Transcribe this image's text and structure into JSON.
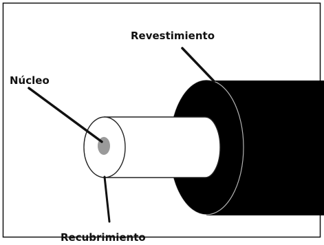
{
  "diagram": {
    "labels": {
      "core": "Núcleo",
      "cladding": "Recubrimiento",
      "coating": "Revestimiento"
    }
  },
  "colors": {
    "background": "#ffffff",
    "frame": "#111111",
    "coating": "#000000",
    "cladding": "#ffffff",
    "outline": "#222222",
    "core": "#9a9a9a",
    "leader_line": "#111111",
    "text": "#111111"
  }
}
